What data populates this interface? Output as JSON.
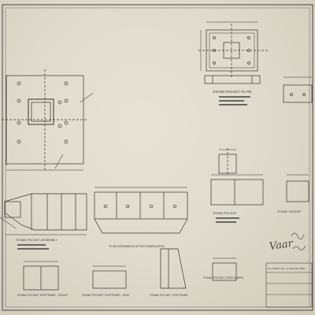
{
  "drawing": {
    "colors": {
      "paper": "#e2dfd1",
      "ink": "#2f2f2f",
      "faint_ink": "#6b6b6b",
      "pencil": "#555555"
    },
    "captions": {
      "plate": "STAND POCKET PLATE",
      "assembly": "STAND POCKET ASSEMBLY",
      "stiffener_front": "STAND POCKET STIFFENER - FRONT",
      "stiffener_side": "STAND POCKET STIFFENER - SIDE",
      "stiffener_back": "STAND POCKET STIFFENER",
      "gusset": "STAND GUSSET",
      "stand_pocket": "STAND POCKET",
      "stand_gusset_label": "STAND GUSSET",
      "fabrication_note": "TO BE ASSEMBLED AFTER FABRICATION",
      "stiffeners_caption": "STAND POCKET STIFFENERS"
    },
    "handwriting": "Vaar",
    "title_block_note": "ALL PARTS NO. 11 GAUGE STEEL"
  }
}
